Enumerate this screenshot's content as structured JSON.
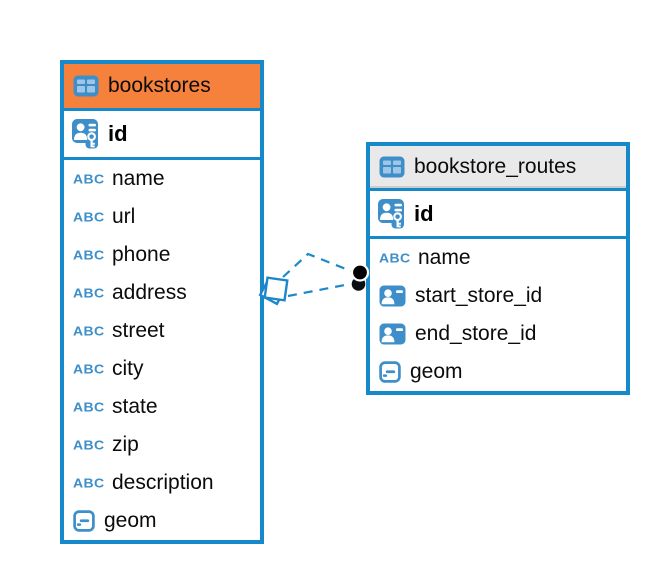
{
  "diagram": {
    "colors": {
      "accent_blue": "#1689CA",
      "icon_blue": "#3E8FC9",
      "bookstores_header": "#F5813C",
      "routes_header": "#E9E9EA"
    },
    "tables": [
      {
        "name": "bookstores",
        "pk": {
          "label": "id"
        },
        "columns": [
          {
            "label": "name",
            "type": "text"
          },
          {
            "label": "url",
            "type": "text"
          },
          {
            "label": "phone",
            "type": "text"
          },
          {
            "label": "address",
            "type": "text"
          },
          {
            "label": "street",
            "type": "text"
          },
          {
            "label": "city",
            "type": "text"
          },
          {
            "label": "state",
            "type": "text"
          },
          {
            "label": "zip",
            "type": "text"
          },
          {
            "label": "description",
            "type": "text"
          },
          {
            "label": "geom",
            "type": "geometry"
          }
        ]
      },
      {
        "name": "bookstore_routes",
        "pk": {
          "label": "id"
        },
        "columns": [
          {
            "label": "name",
            "type": "text"
          },
          {
            "label": "start_store_id",
            "type": "fk"
          },
          {
            "label": "end_store_id",
            "type": "fk"
          },
          {
            "label": "geom",
            "type": "geometry"
          }
        ]
      }
    ],
    "relationships": [
      {
        "from": "bookstore_routes.start_store_id",
        "to": "bookstores.id",
        "style": "dashed"
      },
      {
        "from": "bookstore_routes.end_store_id",
        "to": "bookstores.id",
        "style": "dashed"
      }
    ]
  }
}
